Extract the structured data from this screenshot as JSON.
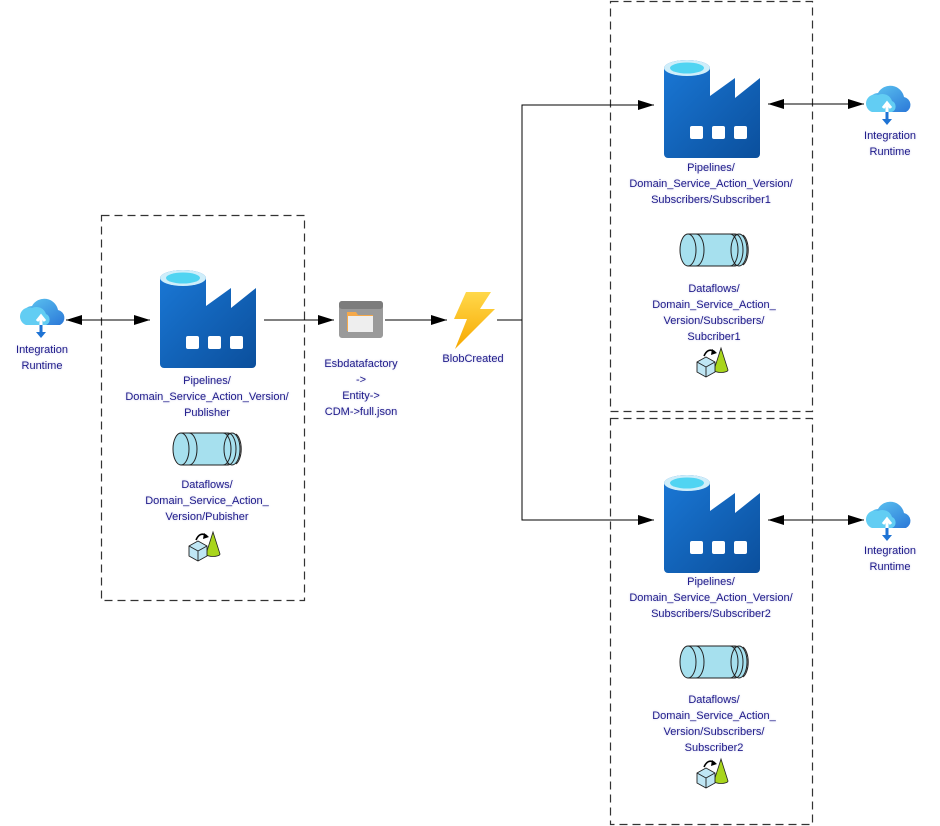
{
  "diagram": {
    "title": "Azure Data Factory publisher/subscriber flow",
    "colors": {
      "label_text": "#1e1a8a",
      "connector": "#000000",
      "group_border": "#333333",
      "factory_blue": "#0f5fb8",
      "factory_top": "#52d7f2",
      "dataflow_fill": "#a6e0ee",
      "lightning": "#ffc20e",
      "folder_orange": "#f5a94a",
      "cone_green": "#a8d51c"
    },
    "nodes": {
      "ir_publisher": {
        "icon": "integration-runtime-cloud-icon",
        "label": [
          "Integration",
          "Runtime"
        ]
      },
      "publisher_pipeline": {
        "icon": "data-factory-icon",
        "label": [
          "Pipelines/",
          "Domain_Service_Action_Version/",
          "Publisher"
        ]
      },
      "publisher_dataflow": {
        "icon": "dataflow-pipe-icon",
        "label": [
          "Dataflows/",
          "Domain_Service_Action_",
          "Version/Pubisher"
        ]
      },
      "storage": {
        "icon": "storage-folder-icon",
        "label": [
          "Esbdatafactory",
          "->",
          "Entity->",
          "CDM->full.json"
        ]
      },
      "event": {
        "icon": "event-trigger-lightning-icon",
        "label": [
          "BlobCreated"
        ]
      },
      "subscriber1_pipeline": {
        "icon": "data-factory-icon",
        "label": [
          "Pipelines/",
          "Domain_Service_Action_Version/",
          "Subscribers/Subscriber1"
        ]
      },
      "subscriber1_dataflow": {
        "icon": "dataflow-pipe-icon",
        "label": [
          "Dataflows/",
          "Domain_Service_Action_",
          "Version/Subscribers/",
          "Subcriber1"
        ]
      },
      "ir_subscriber1": {
        "icon": "integration-runtime-cloud-icon",
        "label": [
          "Integration",
          "Runtime"
        ]
      },
      "subscriber2_pipeline": {
        "icon": "data-factory-icon",
        "label": [
          "Pipelines/",
          "Domain_Service_Action_Version/",
          "Subscribers/Subscriber2"
        ]
      },
      "subscriber2_dataflow": {
        "icon": "dataflow-pipe-icon",
        "label": [
          "Dataflows/",
          "Domain_Service_Action_",
          "Version/Subscribers/",
          "Subscriber2"
        ]
      },
      "ir_subscriber2": {
        "icon": "integration-runtime-cloud-icon",
        "label": [
          "Integration",
          "Runtime"
        ]
      }
    },
    "groups": [
      {
        "name": "publisher-group",
        "style": "dashed"
      },
      {
        "name": "subscriber1-group",
        "style": "dashed"
      },
      {
        "name": "subscriber2-group",
        "style": "dashed"
      }
    ],
    "edges": [
      {
        "from": "ir_publisher",
        "to": "publisher_pipeline",
        "direction": "both"
      },
      {
        "from": "publisher_pipeline",
        "to": "storage",
        "direction": "forward"
      },
      {
        "from": "storage",
        "to": "event",
        "direction": "forward"
      },
      {
        "from": "event",
        "to": "subscriber1_pipeline",
        "direction": "forward"
      },
      {
        "from": "event",
        "to": "subscriber2_pipeline",
        "direction": "forward"
      },
      {
        "from": "subscriber1_pipeline",
        "to": "ir_subscriber1",
        "direction": "both"
      },
      {
        "from": "subscriber2_pipeline",
        "to": "ir_subscriber2",
        "direction": "both"
      }
    ]
  }
}
